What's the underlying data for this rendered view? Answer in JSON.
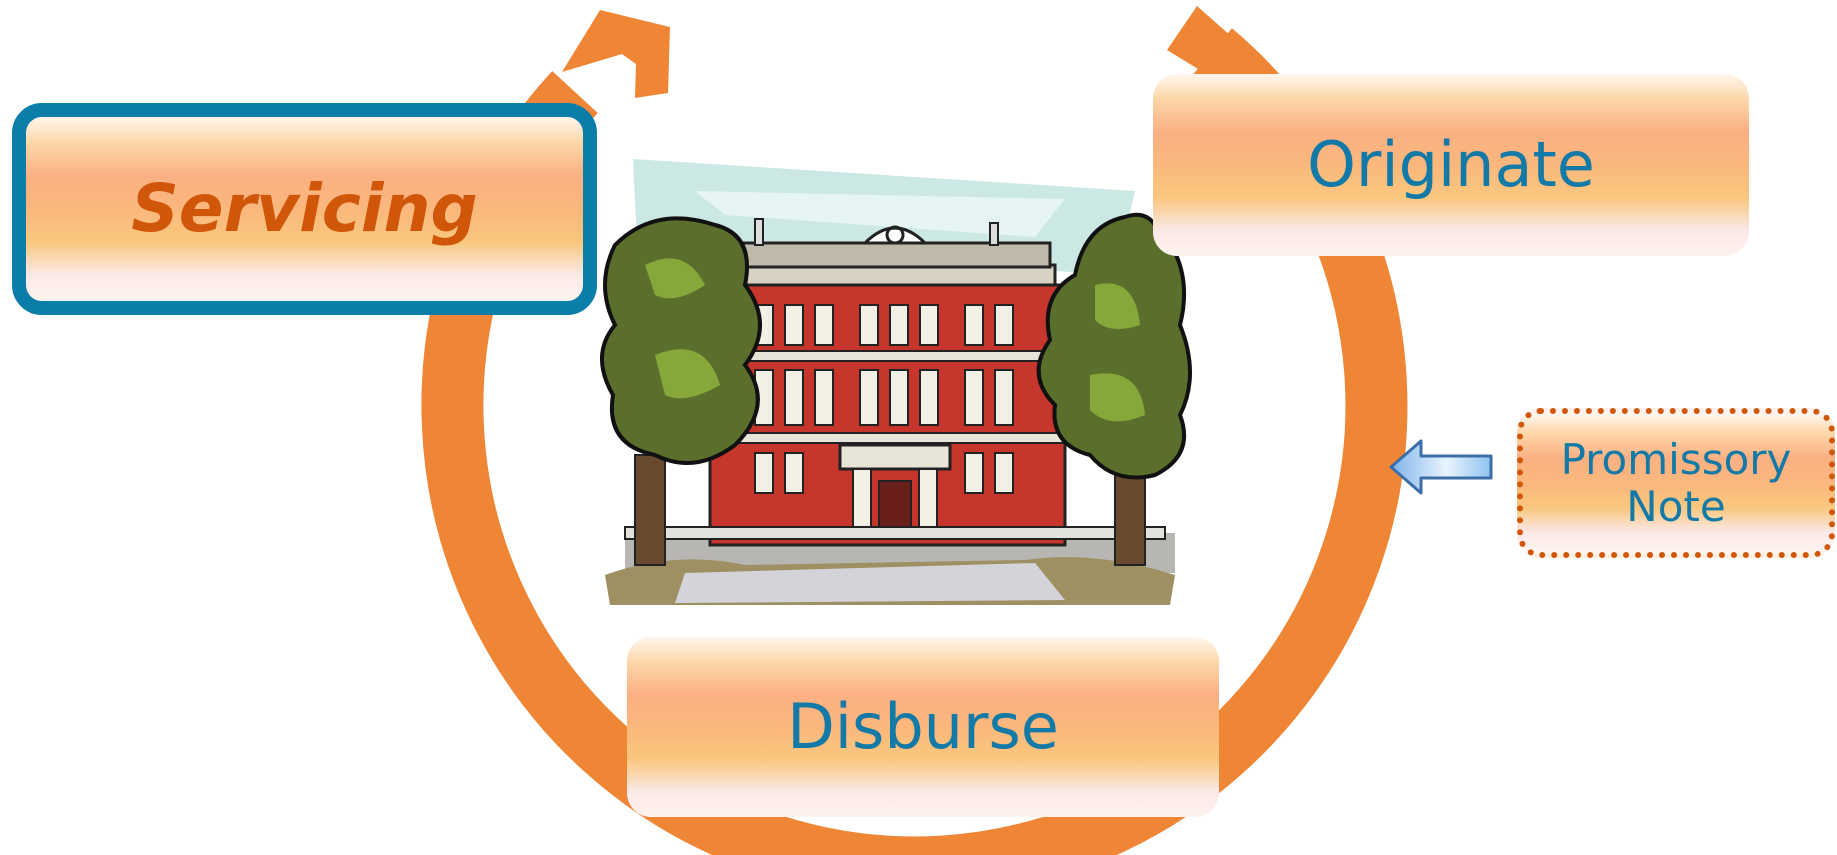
{
  "diagram": {
    "servicing_label": "Servicing",
    "originate_label": "Originate",
    "disburse_label": "Disburse",
    "promissory_label": "Promissory Note",
    "illustration": "school-building-icon",
    "colors": {
      "cycle_arrow": "#ef8636",
      "servicing_border": "#0a7ea9",
      "servicing_text": "#d0560a",
      "box_text": "#1379a6",
      "promissory_border": "#d0560a",
      "input_arrow": "#8fc3ef"
    }
  }
}
